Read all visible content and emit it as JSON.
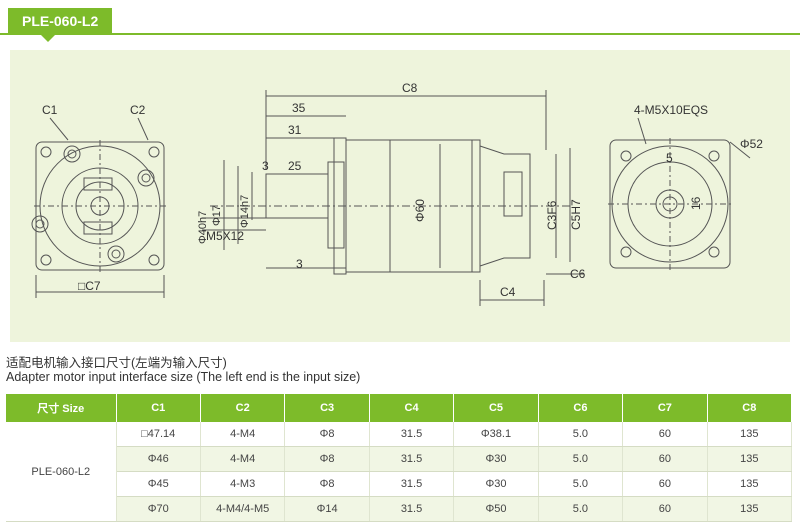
{
  "title": "PLE-060-L2",
  "colors": {
    "accent": "#7dbb2a",
    "drawing_bg": "#eef4dc",
    "line": "#555555"
  },
  "drawing_labels": {
    "c1": "C1",
    "c2": "C2",
    "c7": "□C7",
    "c8": "C8",
    "d35": "35",
    "d31": "31",
    "d3a": "3",
    "d25": "25",
    "d3b": "3",
    "phi40": "Φ40h7",
    "phi17": "Φ17",
    "phi14": "Φ14h7",
    "m5x12": "M5X12",
    "phi60": "Φ60",
    "c3f6": "C3F6",
    "c5h7": "C5H7",
    "c6": "C6",
    "c4": "C4",
    "thread": "4-M5X10EQS",
    "phi52": "Φ52",
    "d5": "5",
    "d16": "16"
  },
  "caption_cn": "适配电机输入接口尺寸(左端为输入尺寸)",
  "caption_en": "Adapter motor input interface size (The left end is the input size)",
  "table": {
    "headers": [
      "尺寸 Size",
      "C1",
      "C2",
      "C3",
      "C4",
      "C5",
      "C6",
      "C7",
      "C8"
    ],
    "model": "PLE-060-L2",
    "rows": [
      [
        "□47.14",
        "4-M4",
        "Φ8",
        "31.5",
        "Φ38.1",
        "5.0",
        "60",
        "135"
      ],
      [
        "Φ46",
        "4-M4",
        "Φ8",
        "31.5",
        "Φ30",
        "5.0",
        "60",
        "135"
      ],
      [
        "Φ45",
        "4-M3",
        "Φ8",
        "31.5",
        "Φ30",
        "5.0",
        "60",
        "135"
      ],
      [
        "Φ70",
        "4-M4/4-M5",
        "Φ14",
        "31.5",
        "Φ50",
        "5.0",
        "60",
        "135"
      ]
    ]
  }
}
